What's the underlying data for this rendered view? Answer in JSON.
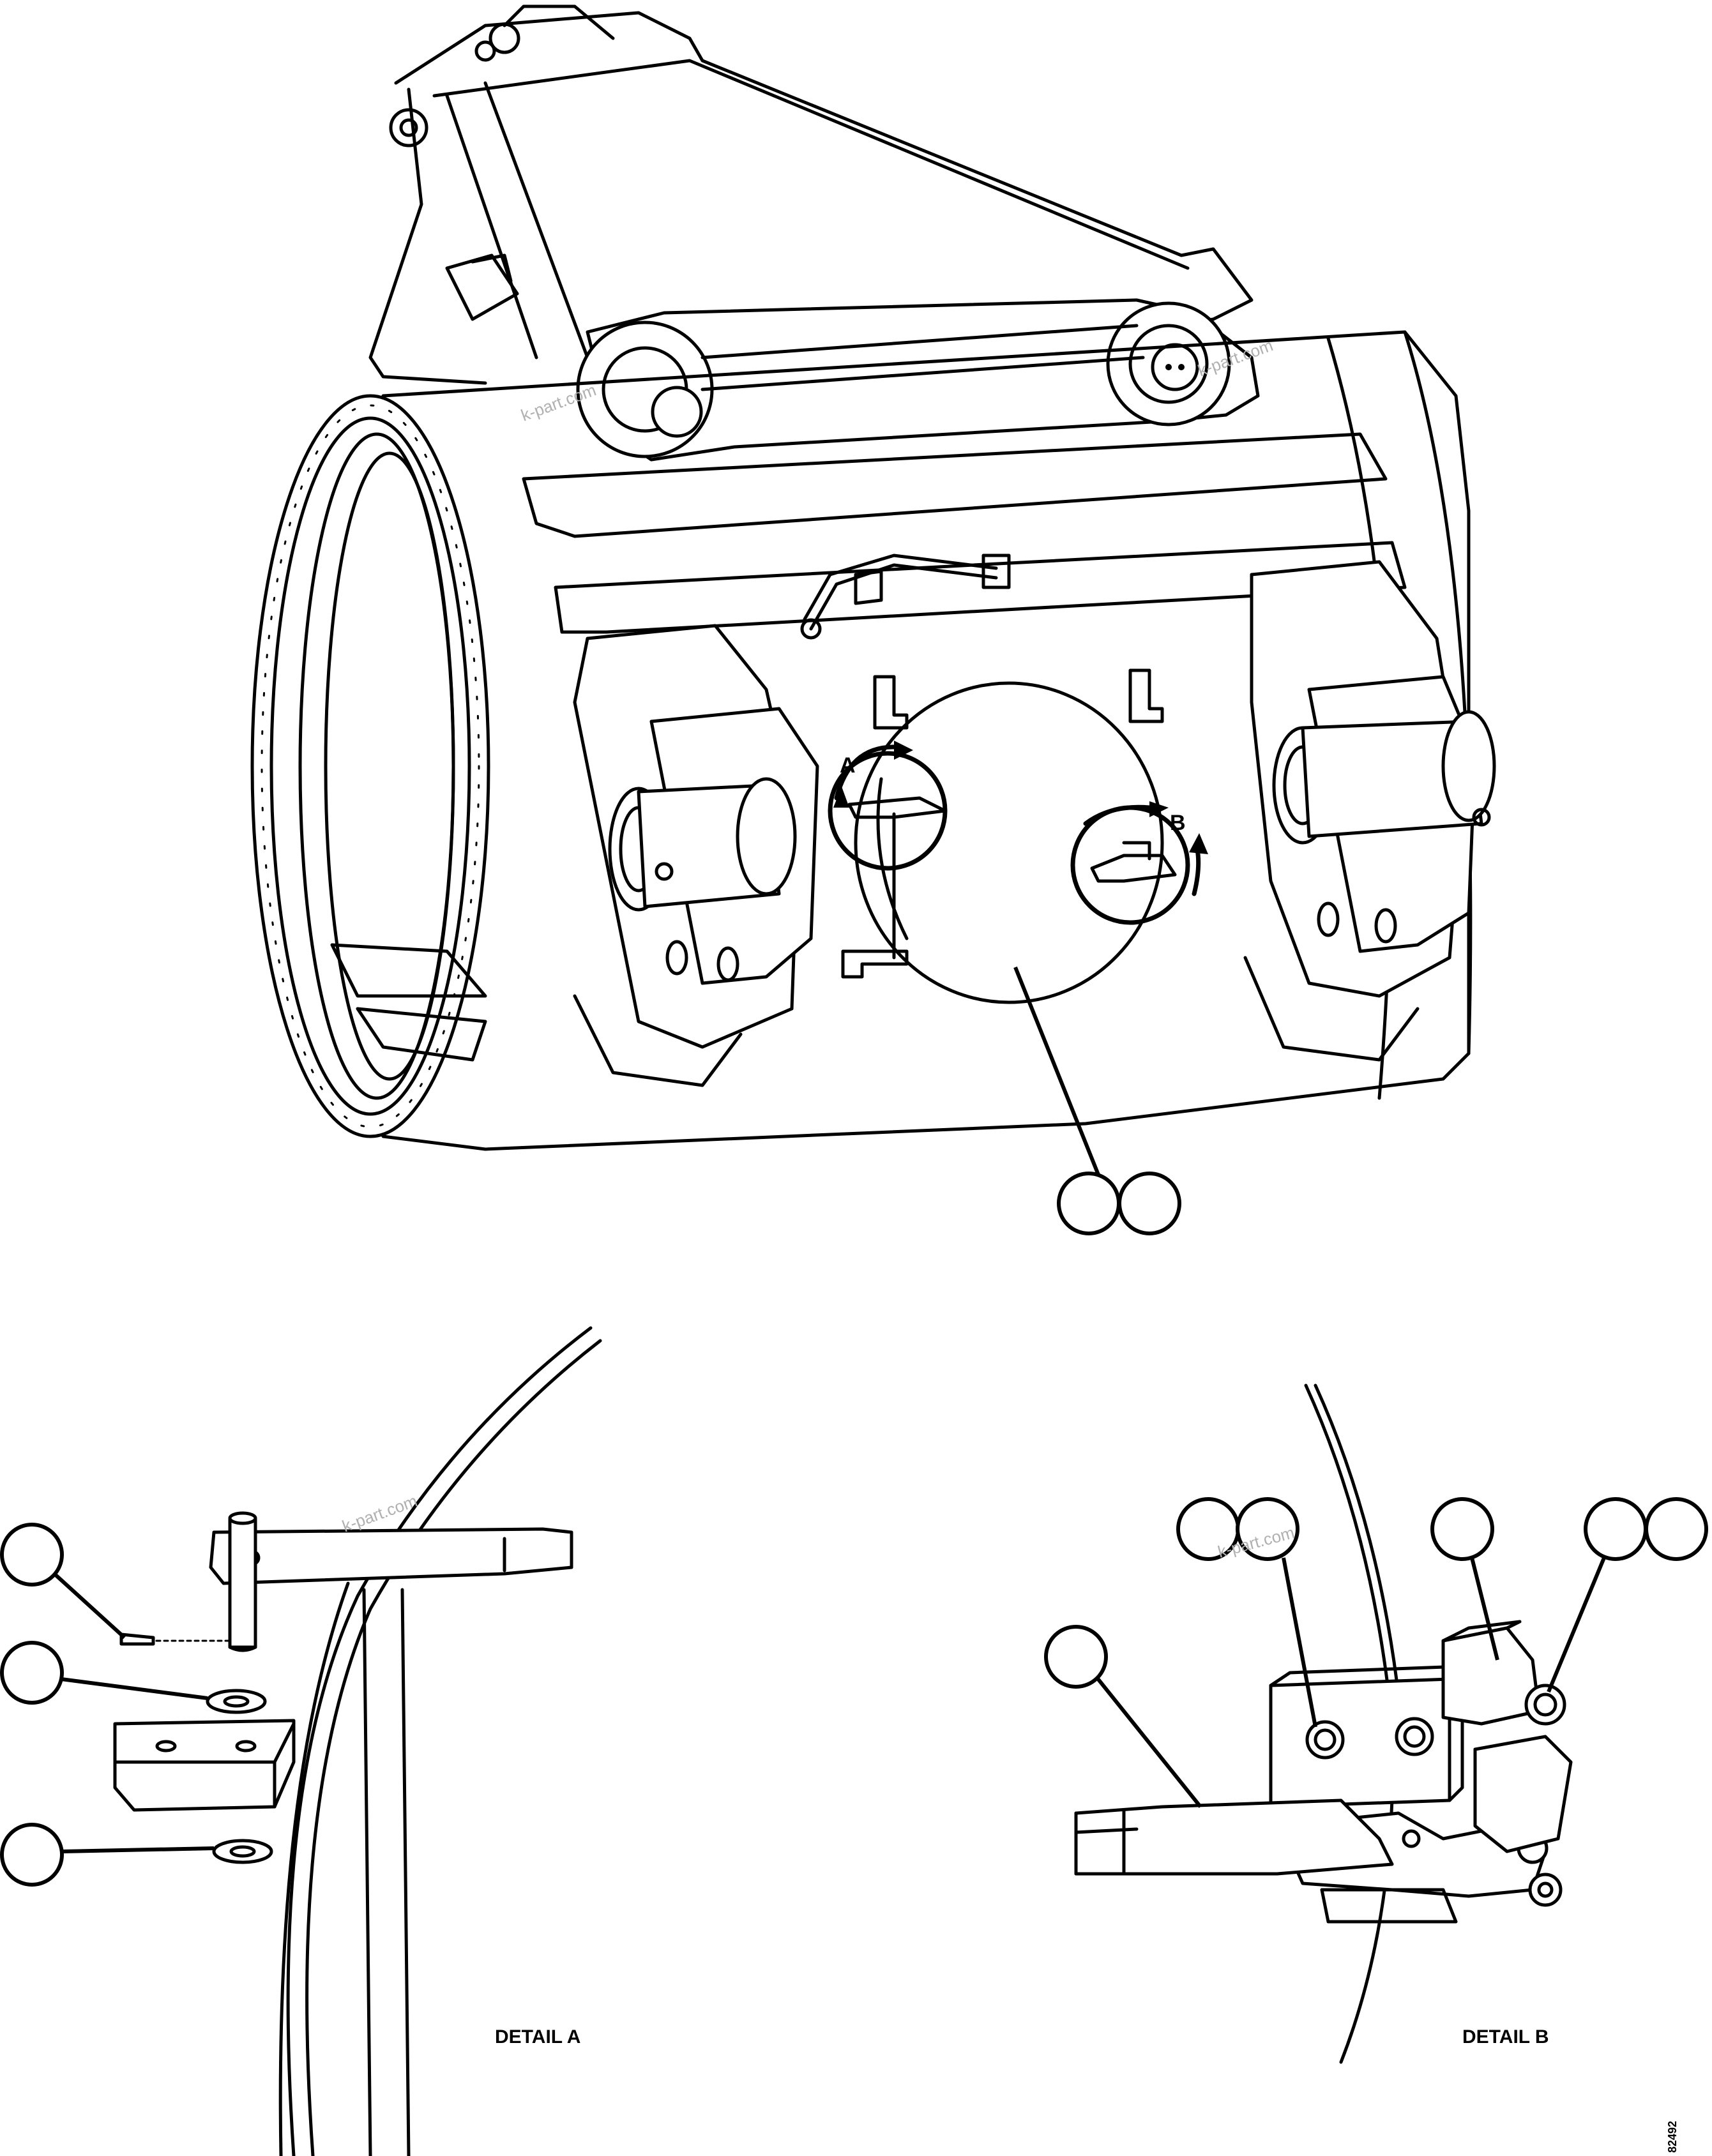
{
  "labels": {
    "detail_a_marker": "A",
    "detail_b_marker": "B",
    "detail_a_caption": "DETAIL A",
    "detail_b_caption": "DETAIL B",
    "figure_code": "82492"
  },
  "watermark": "k-part.com",
  "colors": {
    "line": "#000000",
    "background": "#ffffff",
    "watermark": "#b0b0b0"
  }
}
